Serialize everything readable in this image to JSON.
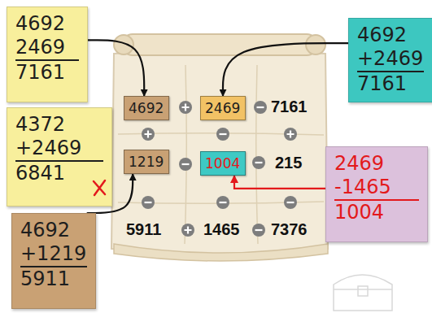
{
  "diagram": {
    "nodes": [
      {
        "text": [
          "4692",
          "2469",
          "7161"
        ]
      },
      {
        "text": [
          "4692",
          "+2469",
          "7161"
        ]
      },
      {
        "text": [
          "4692"
        ]
      },
      {
        "text": [
          "2469"
        ]
      },
      {
        "text": [
          "4372",
          "+2469",
          "6841"
        ]
      },
      {
        "text": [
          "1219"
        ]
      },
      {
        "text": [
          "1004"
        ]
      },
      {
        "text": [
          "2469",
          "-1465",
          "1004"
        ]
      },
      {
        "text": [
          "4692",
          "+1219",
          "5911"
        ]
      }
    ],
    "edges": [
      {
        "from": 0,
        "to": 2,
        "arrow": "to"
      },
      {
        "from": 1,
        "to": 3,
        "arrow": "to"
      },
      {
        "from": 8,
        "to": 5,
        "arrow": "to"
      },
      {
        "from": 7,
        "to": 6,
        "arrow": "to"
      }
    ],
    "labels": [
      "7161",
      "215",
      "5911",
      "1465",
      "7376"
    ]
  }
}
